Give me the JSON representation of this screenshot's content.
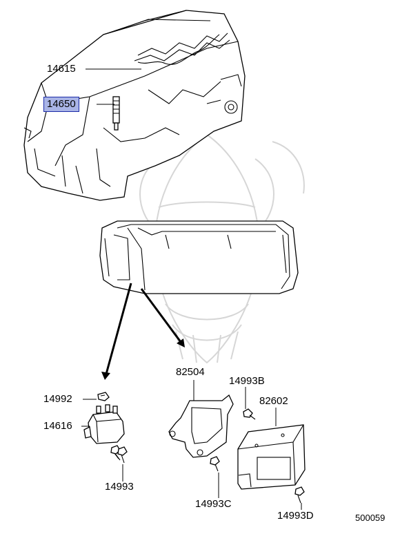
{
  "diagram": {
    "callouts": [
      {
        "id": "14615",
        "text": "14615",
        "highlighted": false
      },
      {
        "id": "14650",
        "text": "14650",
        "highlighted": true
      },
      {
        "id": "82504",
        "text": "82504",
        "highlighted": false
      },
      {
        "id": "14993B",
        "text": "14993B",
        "highlighted": false
      },
      {
        "id": "14992",
        "text": "14992",
        "highlighted": false
      },
      {
        "id": "82602",
        "text": "82602",
        "highlighted": false
      },
      {
        "id": "14616",
        "text": "14616",
        "highlighted": false
      },
      {
        "id": "14993",
        "text": "14993",
        "highlighted": false
      },
      {
        "id": "14993C",
        "text": "14993C",
        "highlighted": false
      },
      {
        "id": "14993D",
        "text": "14993D",
        "highlighted": false
      }
    ],
    "reference_number": "500059",
    "highlight_color": "#a9b4e6",
    "highlight_border": "#1a2aa8"
  }
}
